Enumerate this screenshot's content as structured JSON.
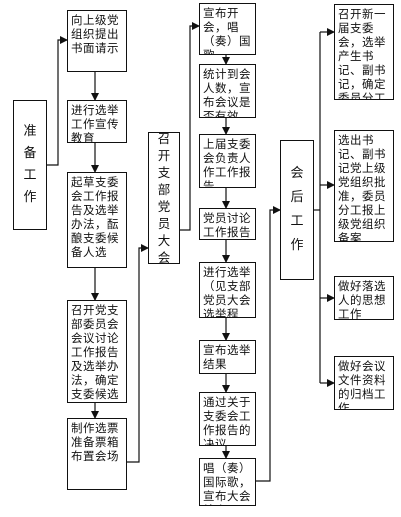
{
  "stages": {
    "prepare": "准备工作",
    "meeting": "召开支部党员大会",
    "after": "会后工作"
  },
  "prepare_steps": [
    "向上级党组织提出书面请示",
    "进行选举工作宣传教育",
    "起草支委会工作报告及选举办法，酝酿支委候备人选",
    "召开党支部委员会会议讨论工作报告及选举办法，确定支委候选人预备人选",
    "制作选票准备票箱布置会场"
  ],
  "meeting_steps": [
    "宣布开会，唱（奏）国歌",
    "统计到会人数，宣布会议是否有效",
    "上届支委会负责人作工作报告",
    "党员讨论工作报告",
    "进行选举（见支部党员大会选举程序）",
    "宣布选举结果",
    "通过关于支委会工作报告的决议",
    "唱（奏）国际歌，宣布大会结束"
  ],
  "after_steps": [
    "召开新一届支委会，选举产生书记、副书记，确定委员分工",
    "选出书记、副书记党上级党组织批准，委员分工报上级党组织备案",
    "做好落选人的思想工作",
    "做好会议文件资料的归档工作"
  ]
}
